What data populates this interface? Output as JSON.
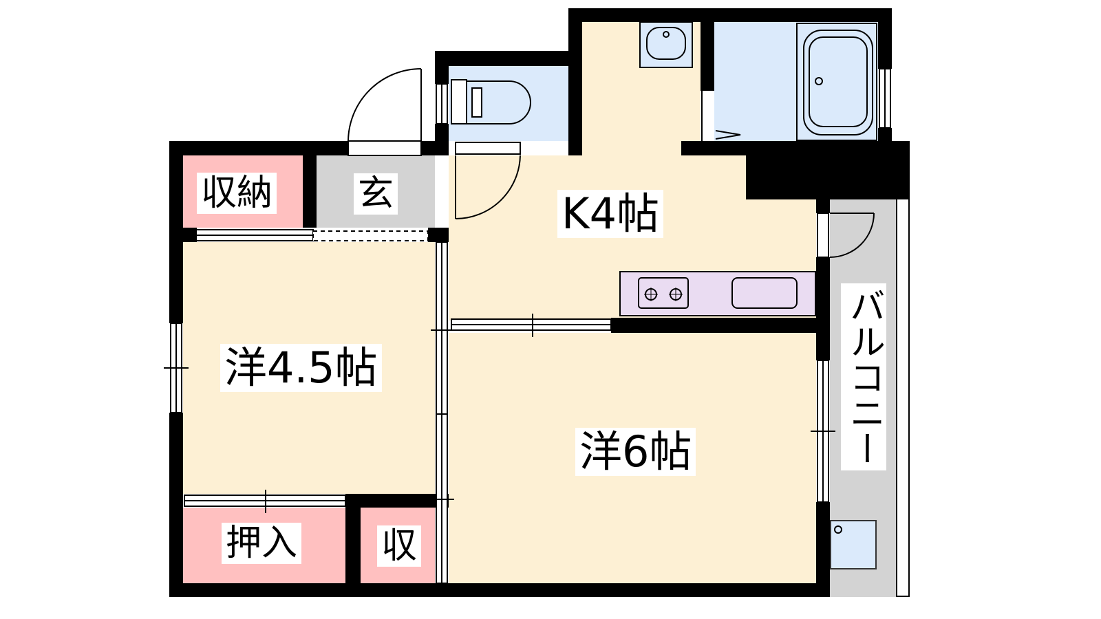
{
  "rooms": {
    "storage_top": "収納",
    "entrance": "玄",
    "kitchen": "K4帖",
    "western_45": "洋4.5帖",
    "western_6": "洋6帖",
    "closet": "押入",
    "storage_small": "収",
    "balcony": "バルコニー"
  },
  "colors": {
    "room": "#fdf0d4",
    "storage": "#ffc0c0",
    "entrance": "#d3d3d3",
    "wet_area": "#dbeafb",
    "kitchen_counter": "#eadcf2",
    "wall": "#000000"
  }
}
